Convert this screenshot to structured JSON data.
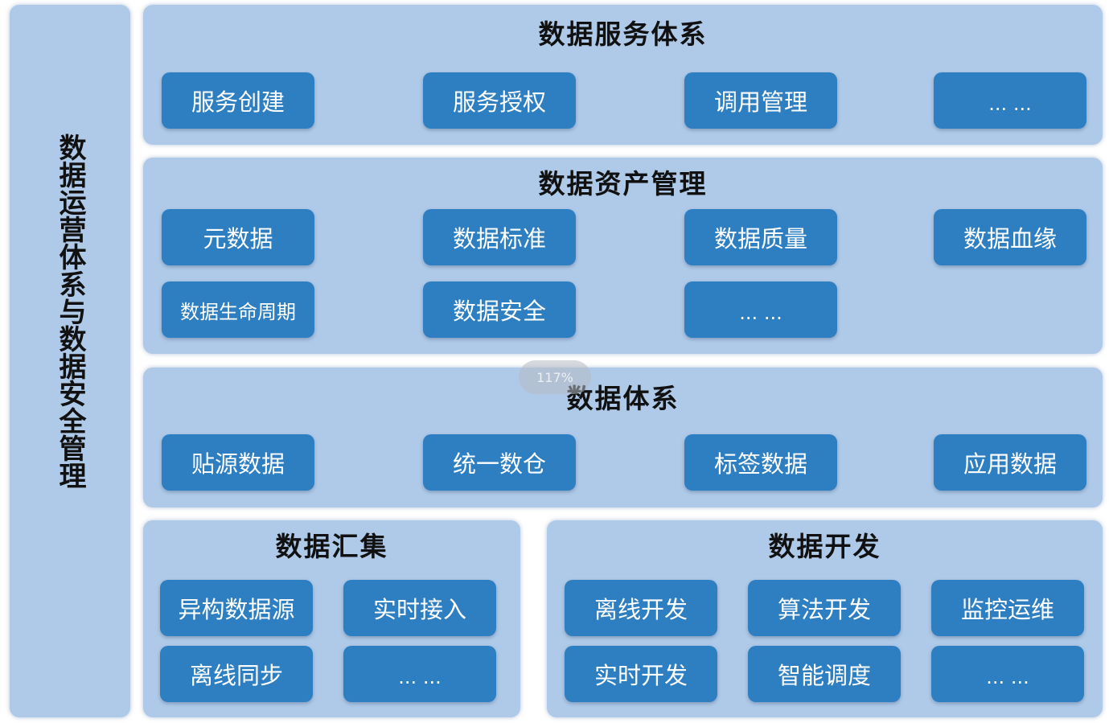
{
  "side_panel": {
    "title": "数据运营体系与数据安全管理"
  },
  "service_system": {
    "title": "数据服务体系",
    "items": [
      "服务创建",
      "服务授权",
      "调用管理",
      "... ..."
    ]
  },
  "asset_management": {
    "title": "数据资产管理",
    "items": [
      "元数据",
      "数据标准",
      "数据质量",
      "数据血缘",
      "数据生命周期",
      "数据安全",
      "... ..."
    ]
  },
  "data_system": {
    "title": "数据体系",
    "items": [
      "贴源数据",
      "统一数仓",
      "标签数据",
      "应用数据"
    ]
  },
  "data_collection": {
    "title": "数据汇集",
    "items": [
      "异构数据源",
      "实时接入",
      "离线同步",
      "... ..."
    ]
  },
  "data_development": {
    "title": "数据开发",
    "items": [
      "离线开发",
      "算法开发",
      "监控运维",
      "实时开发",
      "智能调度",
      "... ..."
    ]
  },
  "zoom_badge": "117%",
  "colors": {
    "panel_bg": "#afc9e8",
    "box_bg": "#2e7fc2",
    "box_text": "#ffffff",
    "title_text": "#111111"
  }
}
